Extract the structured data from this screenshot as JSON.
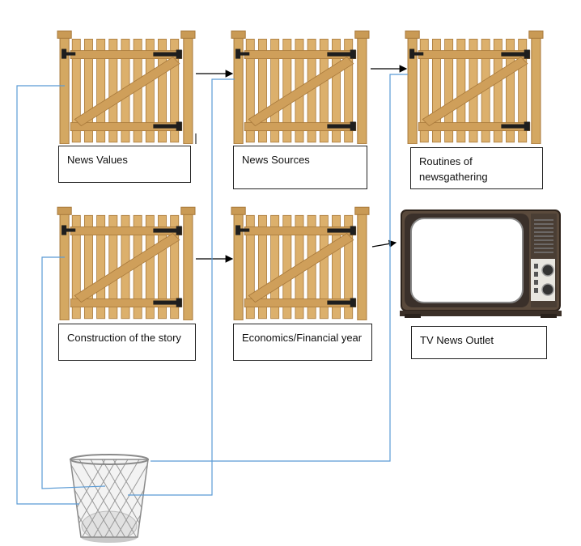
{
  "gates": [
    {
      "label": "News Values"
    },
    {
      "label": "News Sources"
    },
    {
      "label": "Routines of newsgathering"
    },
    {
      "label": "Construction of the story"
    },
    {
      "label": "Economics/Financial year"
    }
  ],
  "outlet": {
    "label": "TV News Outlet"
  },
  "colors": {
    "wood": "#d4a862",
    "wood_dark": "#a97a3c",
    "hinge": "#1e1e1e",
    "rejection_line": "#5b9bd5",
    "arrow": "#000000"
  },
  "icons": [
    "gate-icon",
    "television-icon",
    "wastebasket-icon"
  ]
}
